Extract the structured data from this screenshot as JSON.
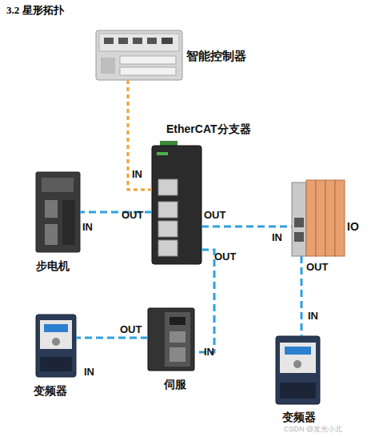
{
  "diagram": {
    "title": "3.2 星形拓扑",
    "nodes": [
      {
        "text": [
          "智能控制器"
        ]
      },
      {
        "text": [
          "EtherCAT分支器"
        ]
      },
      {
        "text": [
          "步电机"
        ]
      },
      {
        "text": [
          "IO"
        ]
      },
      {
        "text": [
          "变频器"
        ]
      },
      {
        "text": [
          "伺服"
        ]
      },
      {
        "text": [
          "变频器"
        ]
      }
    ],
    "edges": [
      {
        "from": 0,
        "to": 1,
        "arrow": "none"
      },
      {
        "from": 1,
        "to": 2,
        "arrow": "none"
      },
      {
        "from": 1,
        "to": 3,
        "arrow": "none"
      },
      {
        "from": 3,
        "to": 6,
        "arrow": "none"
      },
      {
        "from": 1,
        "to": 5,
        "arrow": "none"
      },
      {
        "from": 5,
        "to": 4,
        "arrow": "none"
      }
    ],
    "labels": [
      "IN",
      "OUT",
      "IN",
      "OUT",
      "IN",
      "OUT",
      "OUT",
      "IN",
      "OUT",
      "IN",
      "IN",
      "CSDN @发光小北"
    ]
  }
}
